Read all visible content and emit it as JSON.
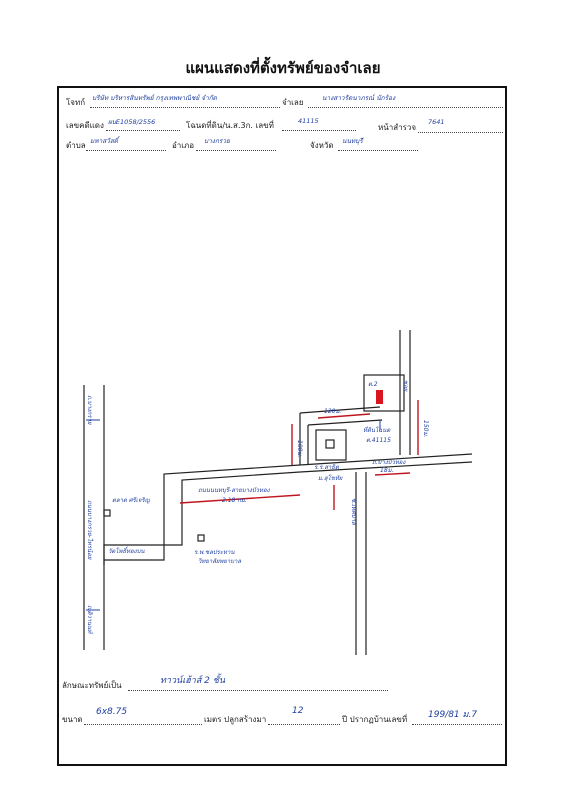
{
  "header": {
    "title": "แผนแสดงที่ตั้งทรัพย์ของจำเลย"
  },
  "form": {
    "plaintiff_label": "โจทก์",
    "plaintiff_value": "บริษัท บริหารสินทรัพย์ กรุงเทพพาณิชย์ จำกัด",
    "defendant_label": "จำเลย",
    "defendant_value": "นางสาวรัตนาภรณ์ นักร้อง",
    "case_label": "เลขคดีแดง",
    "case_value": "ผบE1058/2556",
    "deed_label": "โฉนดที่ดิน/น.ส.3ก. เลขที่",
    "deed_value": "41115",
    "page_label": "หน้าสำรวจ",
    "page_value": "7641",
    "subdistrict_label": "ตำบล",
    "subdistrict_value": "มหาสวัสดิ์",
    "district_label": "อำเภอ",
    "district_value": "บางกรวย",
    "province_label": "จังหวัด",
    "province_value": "นนทบุรี",
    "property_type_label": "ลักษณะทรัพย์เป็น",
    "property_type_value": "ทาวน์เฮ้าส์ 2 ชั้น",
    "size_label": "ขนาด",
    "size_value": "6x8.75",
    "meter_label": "เมตร ปลูกสร้างมา",
    "years_value": "12",
    "year_label": "ปี ปรากฏบ้านเลขที่",
    "house_no_value": "199/81 ม.7"
  },
  "map": {
    "left_road_top": "ถ.บางกรวย",
    "left_road_mid": "ถนนบางกรวย-ไทรน้อย",
    "left_road_bottom": "ถ.ติวานนท์",
    "temple": "วัดโพธิ์ทองบน",
    "market": "ตลาด ศรีเจริญ",
    "nursing": "วิทยาลัยพยาบาล",
    "hospital": "ร.พ.ชลประทาน",
    "distance_label": "ถนนนนทบุรี-สายบางบัวทอง",
    "distance_value": "2.18 กม.",
    "dist_120": "120ม.",
    "dist_100": "100ม.",
    "dist_150": "150ม.",
    "dist_18": "18ม.",
    "school": "ร.ร.สาธิต",
    "school2": "ม.สุโขทัย",
    "soi": "ซ.เทศบาล",
    "plot_label": "ที่ดินโฉนด",
    "plot_no": "ต.41115",
    "road_bang": "ถ.บางบัวทอง",
    "pointer": "ต.2",
    "soi_right": "ซอย"
  }
}
